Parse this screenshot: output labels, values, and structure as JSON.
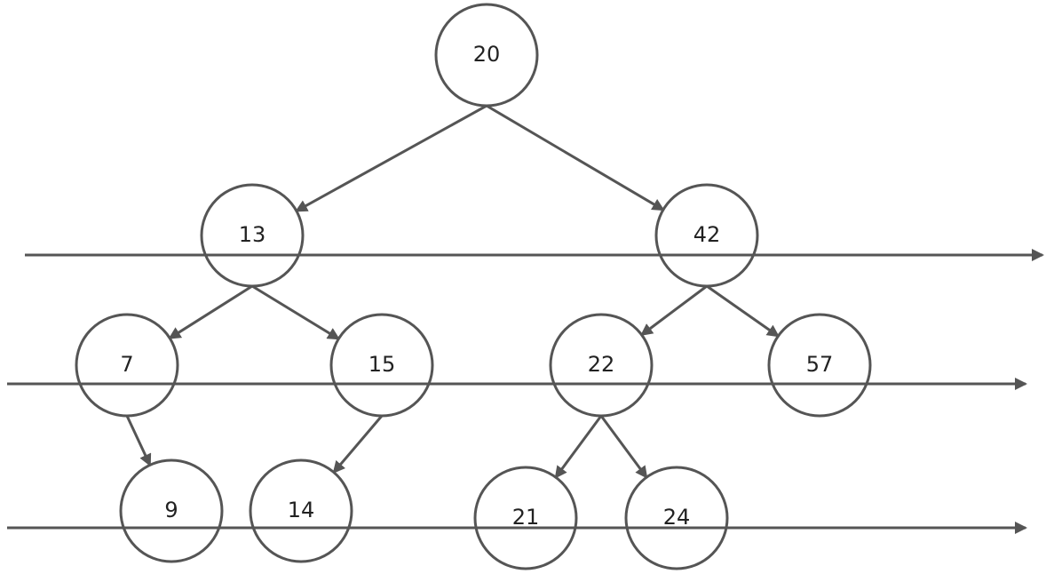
{
  "colors": {
    "stroke": "#555555",
    "node_fill": "#ffffff",
    "text": "#222222",
    "background": "#ffffff"
  },
  "nodes": [
    {
      "id": "n20",
      "label": "20"
    },
    {
      "id": "n13",
      "label": "13"
    },
    {
      "id": "n42",
      "label": "42"
    },
    {
      "id": "n7",
      "label": "7"
    },
    {
      "id": "n15",
      "label": "15"
    },
    {
      "id": "n22",
      "label": "22"
    },
    {
      "id": "n57",
      "label": "57"
    },
    {
      "id": "n9",
      "label": "9"
    },
    {
      "id": "n14",
      "label": "14"
    },
    {
      "id": "n21",
      "label": "21"
    },
    {
      "id": "n24",
      "label": "24"
    }
  ],
  "edges": [
    {
      "from": "n20",
      "to": "n13"
    },
    {
      "from": "n20",
      "to": "n42"
    },
    {
      "from": "n13",
      "to": "n7"
    },
    {
      "from": "n13",
      "to": "n15"
    },
    {
      "from": "n42",
      "to": "n22"
    },
    {
      "from": "n42",
      "to": "n57"
    },
    {
      "from": "n7",
      "to": "n9"
    },
    {
      "from": "n15",
      "to": "n14"
    },
    {
      "from": "n22",
      "to": "n21"
    },
    {
      "from": "n22",
      "to": "n24"
    }
  ],
  "level_arrows": [
    {
      "id": "level-1"
    },
    {
      "id": "level-2"
    },
    {
      "id": "level-3"
    }
  ]
}
